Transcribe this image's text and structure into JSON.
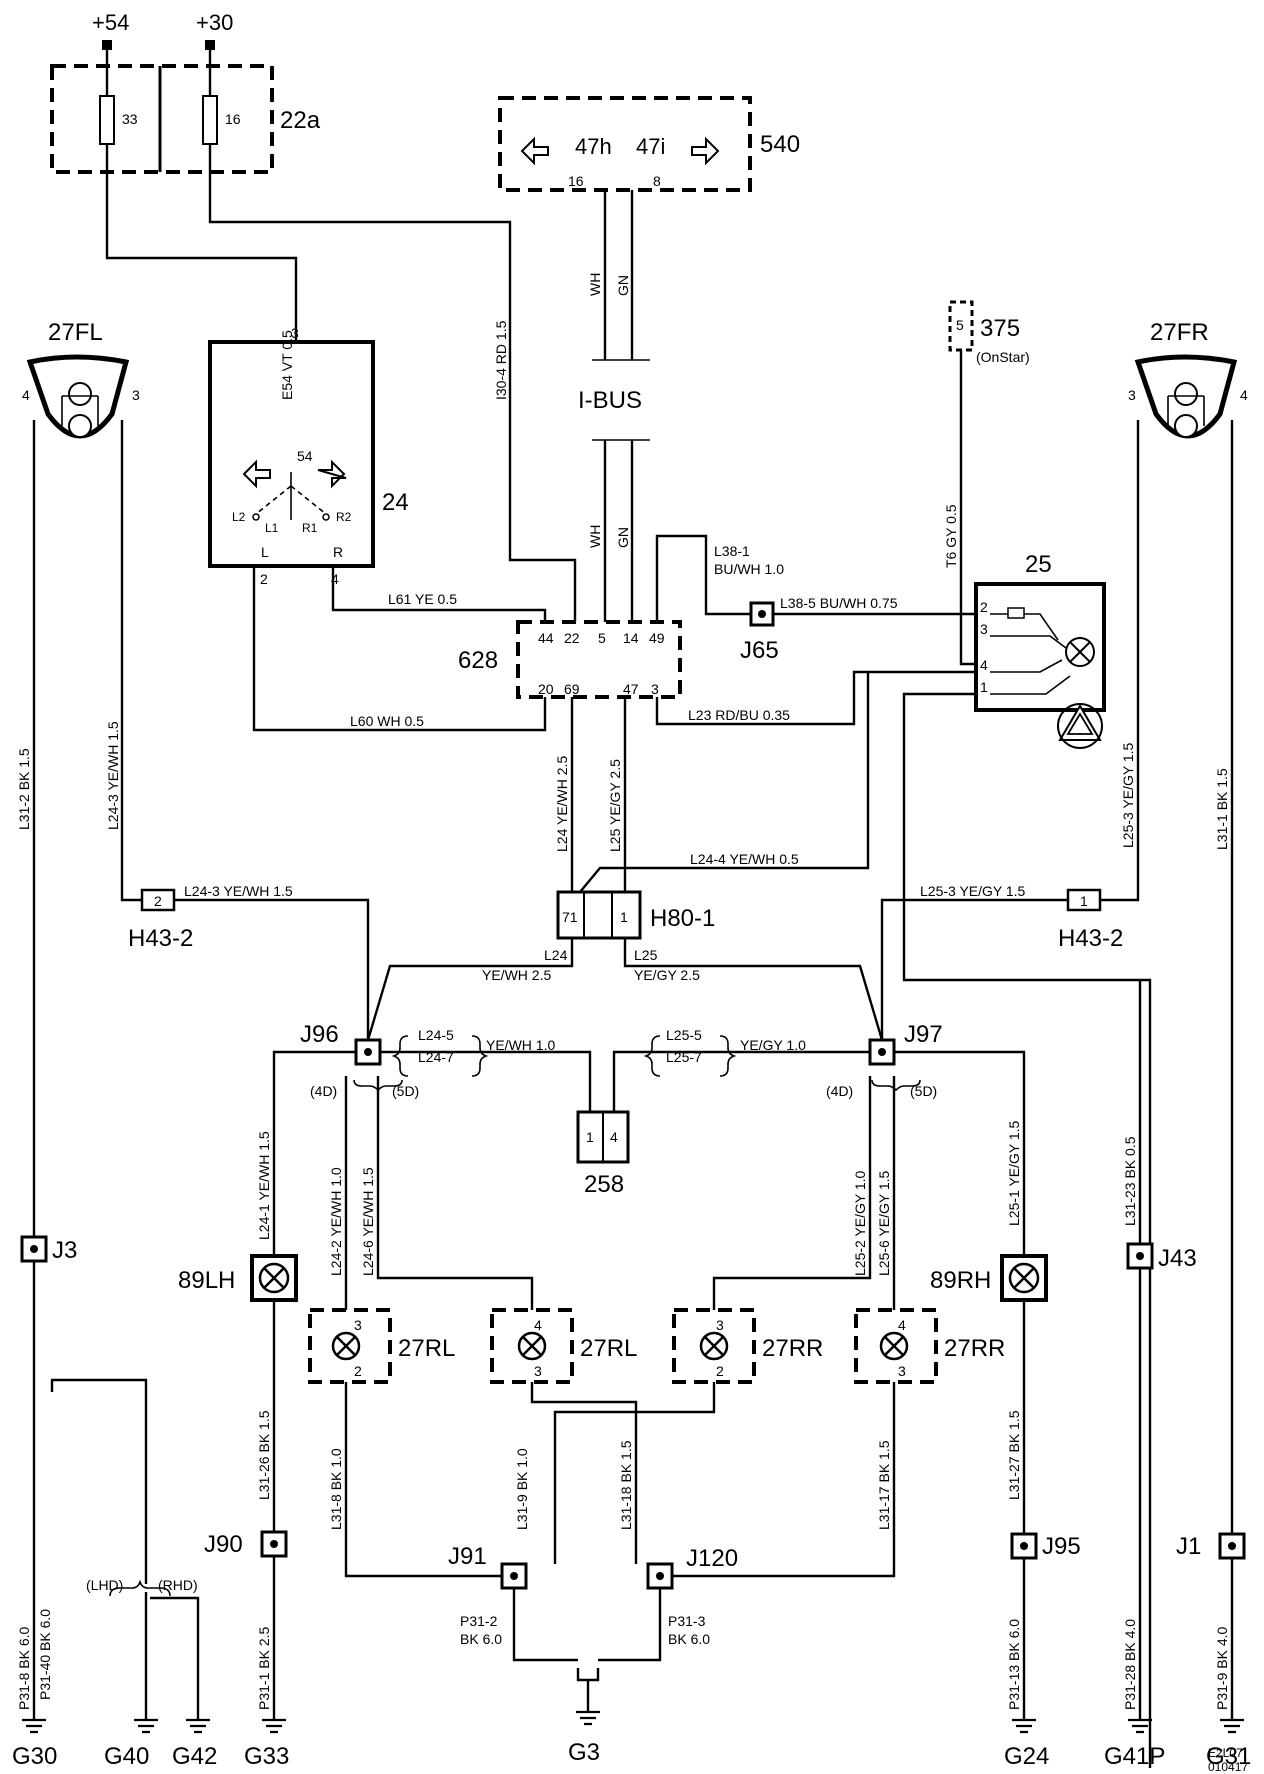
{
  "supplies": {
    "p54": "+54",
    "p30": "+30"
  },
  "fuse_box": {
    "id": "22a",
    "f1": "33",
    "f2": "16"
  },
  "ibus_module": {
    "id": "540",
    "left": "47h",
    "right": "47i",
    "pin_a": "16",
    "pin_b": "8"
  },
  "ibus_label": "I-BUS",
  "wires": {
    "e54": "E54  VT  0.5",
    "i30": "I30-4  RD  1.5",
    "wh": "WH",
    "gn": "GN",
    "l31_2": "L31-2  BK  1.5",
    "l24_3v": "L24-3  YE/WH  1.5",
    "l24_3h": "L24-3  YE/WH  1.5",
    "l61": "L61   YE   0.5",
    "l60": "L60   WH   0.5",
    "l38_1a": "L38-1",
    "l38_1b": "BU/WH 1.0",
    "l38_5": "L38-5   BU/WH   0.75",
    "l23": "L23   RD/BU  0.35",
    "t6": "T6  GY  0.5",
    "l24v": "L24  YE/WH  2.5",
    "l25v": "L25  YE/GY  2.5",
    "l24_4": "L24-4   YE/WH   0.5",
    "l25_3h": "L25-3   YE/GY   1.5",
    "l25_3v": "L25-3   YE/GY   1.5",
    "l31_1": "L31-1   BK   1.5",
    "l24a": "L24",
    "l24b": "YE/WH 2.5",
    "l25a": "L25",
    "l25b": "YE/GY 2.5",
    "l24_5": "L24-5",
    "l24_7": "L24-7",
    "yewh10": "YE/WH    1.0",
    "l25_5": "L25-5",
    "l25_7": "L25-7",
    "yegy10": "YE/GY    1.0",
    "l24_1": "L24-1  YE/WH  1.5",
    "l24_2": "L24-2  YE/WH  1.0",
    "l24_6": "L24-6  YE/WH  1.5",
    "l25_2": "L25-2  YE/GY  1.0",
    "l25_6": "L25-6  YE/GY  1.5",
    "l25_1": "L25-1  YE/GY  1.5",
    "l31_23": "L31-23  BK  0.5",
    "l31_26": "L31-26  BK  1.5",
    "l31_8": "L31-8  BK  1.0",
    "l31_9": "L31-9  BK  1.0",
    "l31_18": "L31-18  BK  1.5",
    "l31_17": "L31-17  BK  1.5",
    "l31_27": "L31-27  BK  1.5",
    "p31_8": "P31-8  BK  6.0",
    "p31_40": "P31-40  BK  6.0",
    "p31_1": "P31-1  BK  2.5",
    "p31_2a": "P31-2",
    "p31_2b": "BK 6.0",
    "p31_3a": "P31-3",
    "p31_3b": "BK 6.0",
    "p31_13": "P31-13  BK  6.0",
    "p31_28": "P31-28  BK  4.0",
    "p31_9": "P31-9  BK  4.0"
  },
  "flasher": {
    "id": "24",
    "top": "54",
    "l2": "L2",
    "l1": "L1",
    "r1": "R1",
    "r2": "R2",
    "l": "L",
    "r": "R",
    "pin_top": "3",
    "pin_l": "2",
    "pin_r": "4"
  },
  "central": {
    "id": "628",
    "pins_top": [
      "44",
      "22",
      "5",
      "14",
      "49"
    ],
    "pins_bot": [
      "20",
      "69",
      "47",
      "3"
    ]
  },
  "hazard": {
    "id": "25",
    "pins": [
      "2",
      "3",
      "4",
      "1"
    ]
  },
  "onstar": {
    "id": "375",
    "sub": "(OnStar)",
    "pin": "5"
  },
  "lamps_front": {
    "left": "27FL",
    "right": "27FR",
    "pin_l4": "4",
    "pin_l3": "3",
    "pin_r3": "3",
    "pin_r4": "4"
  },
  "connectors": {
    "h43_left": "H43-2",
    "h43_left_pin": "2",
    "h43_right": "H43-2",
    "h43_right_pin": "1",
    "h80": "H80-1",
    "h80_p1": "71",
    "h80_p2": "1",
    "c258": "258",
    "c258_p1": "1",
    "c258_p2": "4"
  },
  "splices": {
    "j3": "J3",
    "j43": "J43",
    "j65": "J65",
    "j96": "J96",
    "j97": "J97",
    "j90": "J90",
    "j91": "J91",
    "j120": "J120",
    "j95": "J95",
    "j1": "J1"
  },
  "variants": {
    "d4": "(4D)",
    "d5": "(5D)",
    "lhd": "(LHD)",
    "rhd": "(RHD)"
  },
  "side_lamps": {
    "left": "89LH",
    "right": "89RH"
  },
  "rear_lamps": [
    {
      "id": "27RL",
      "top": "3",
      "bot": "2"
    },
    {
      "id": "27RL",
      "top": "4",
      "bot": "3"
    },
    {
      "id": "27RR",
      "top": "3",
      "bot": "2"
    },
    {
      "id": "27RR",
      "top": "4",
      "bot": "3"
    }
  ],
  "grounds": [
    "G30",
    "G40",
    "G42",
    "G33",
    "G3",
    "G24",
    "G41P",
    "G31"
  ],
  "footer": {
    "code": "E2L07",
    "date": "010417"
  }
}
